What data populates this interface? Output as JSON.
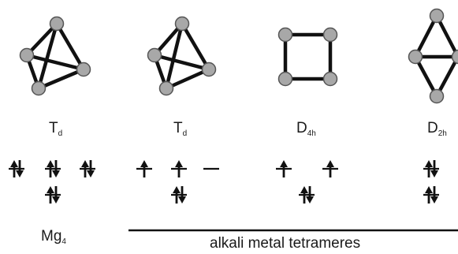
{
  "molecules": [
    {
      "symmetry": "T",
      "subscript": "d",
      "geometry": "tetrahedral"
    },
    {
      "symmetry": "T",
      "subscript": "d",
      "geometry": "tetrahedral"
    },
    {
      "symmetry": "D",
      "subscript": "4h",
      "geometry": "square"
    },
    {
      "symmetry": "D",
      "subscript": "2h",
      "geometry": "rhombus"
    }
  ],
  "orbital_occupancy": [
    {
      "upper": [
        "paired",
        "paired",
        "paired"
      ],
      "lower": [
        "paired"
      ]
    },
    {
      "upper": [
        "single",
        "single",
        "empty"
      ],
      "lower": [
        "paired"
      ]
    },
    {
      "upper": [
        "single",
        "single"
      ],
      "lower": [
        "paired"
      ]
    },
    {
      "upper": [
        "paired"
      ],
      "lower": [
        "paired"
      ]
    }
  ],
  "labels": {
    "mg": "Mg",
    "mg_subscript": "4",
    "alkali": "alkali metal tetrameres"
  },
  "colors": {
    "atom_fill": "#a8a8a8",
    "atom_stroke": "#555555",
    "bond": "#111111",
    "text": "#1a1a1a"
  }
}
